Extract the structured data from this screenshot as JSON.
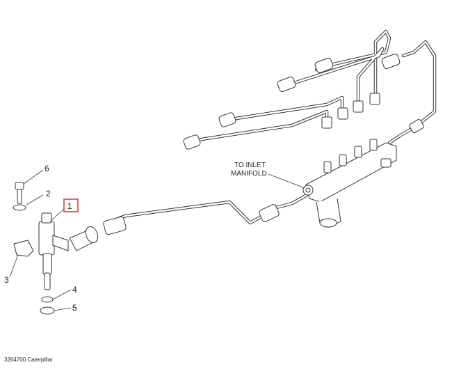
{
  "callouts": [
    {
      "id": "1",
      "label": "1",
      "highlighted": true
    },
    {
      "id": "2",
      "label": "2"
    },
    {
      "id": "3",
      "label": "3"
    },
    {
      "id": "4",
      "label": "4"
    },
    {
      "id": "5",
      "label": "5"
    },
    {
      "id": "6",
      "label": "6"
    }
  ],
  "inlet_label": {
    "line1": "TO INLET",
    "line2": "MANIFOLD"
  },
  "caption": "3264700 Caterpillar",
  "colors": {
    "highlight": "#e03030",
    "line": "#333333"
  }
}
